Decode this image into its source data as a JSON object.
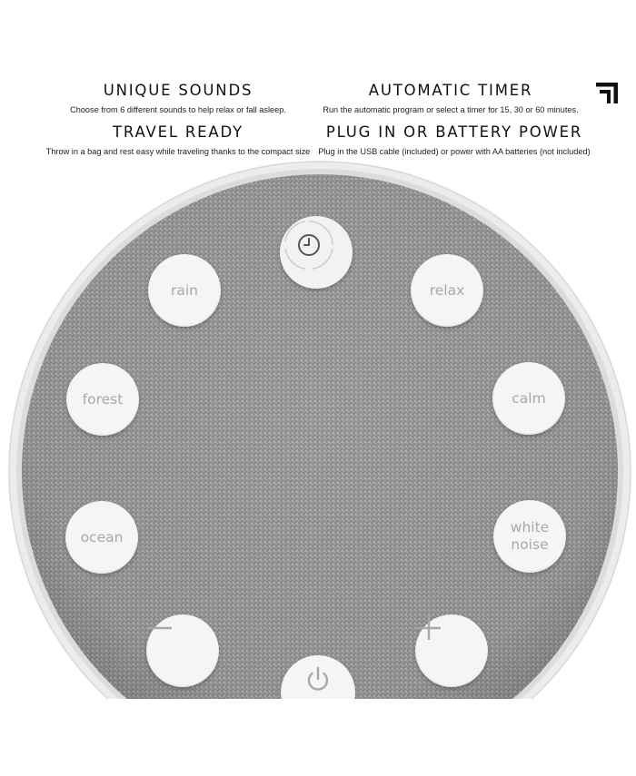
{
  "features": {
    "unique": {
      "title": "UNIQUE SOUNDS",
      "desc": "Choose from 6 different sounds to help relax or fall asleep."
    },
    "timer": {
      "title": "AUTOMATIC TIMER",
      "desc": "Run the automatic program or select a timer for 15, 30 or 60 minutes."
    },
    "travel": {
      "title": "TRAVEL READY",
      "desc": "Throw in a bag and rest easy while traveling thanks to the compact size"
    },
    "plug": {
      "title": "PLUG IN OR BATTERY POWER",
      "desc": "Plug in the USB cable (included) or power with AA batteries (not included)"
    }
  },
  "buttons": {
    "rain": "rain",
    "relax": "relax",
    "forest": "forest",
    "calm": "calm",
    "ocean": "ocean",
    "white_line1": "white",
    "white_line2": "noise",
    "minus": "−",
    "plus": "+"
  },
  "icons": {
    "timer": "clock-icon",
    "power": "power-icon",
    "logo": "brand-logo-icon"
  },
  "colors": {
    "grille": "#8f8f8f",
    "rim": "#e9e9e9",
    "button": "#f5f5f5",
    "button_text": "#a8a8a8"
  }
}
